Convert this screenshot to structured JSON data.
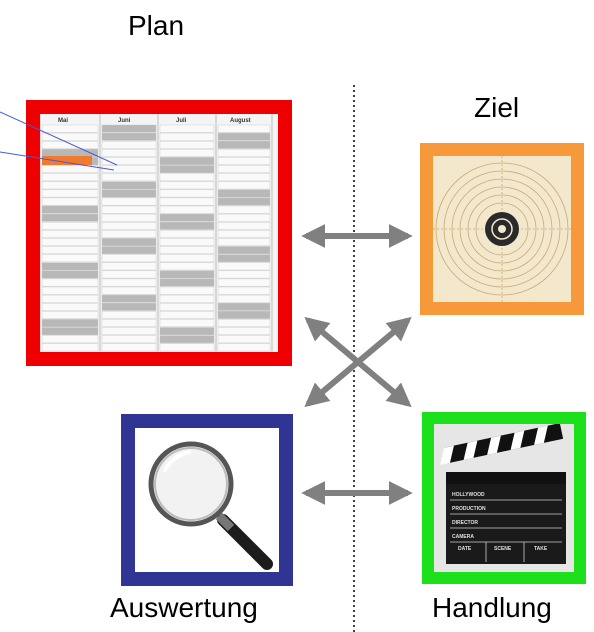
{
  "labels": {
    "plan": "Plan",
    "ziel": "Ziel",
    "auswertung": "Auswertung",
    "handlung": "Handlung"
  },
  "calendar": {
    "months": [
      "Mai",
      "Juni",
      "Juli",
      "August"
    ]
  },
  "clapperboard": {
    "lines": [
      "HOLLYWOOD",
      "PRODUCTION",
      "DIRECTOR",
      "CAMERA",
      "DATE",
      "SCENE",
      "TAKE"
    ]
  },
  "colors": {
    "plan_frame": "#ee0000",
    "ziel_frame": "#f7983a",
    "auswertung_frame": "#303594",
    "handlung_frame": "#1de01d",
    "arrow": "#808080"
  }
}
